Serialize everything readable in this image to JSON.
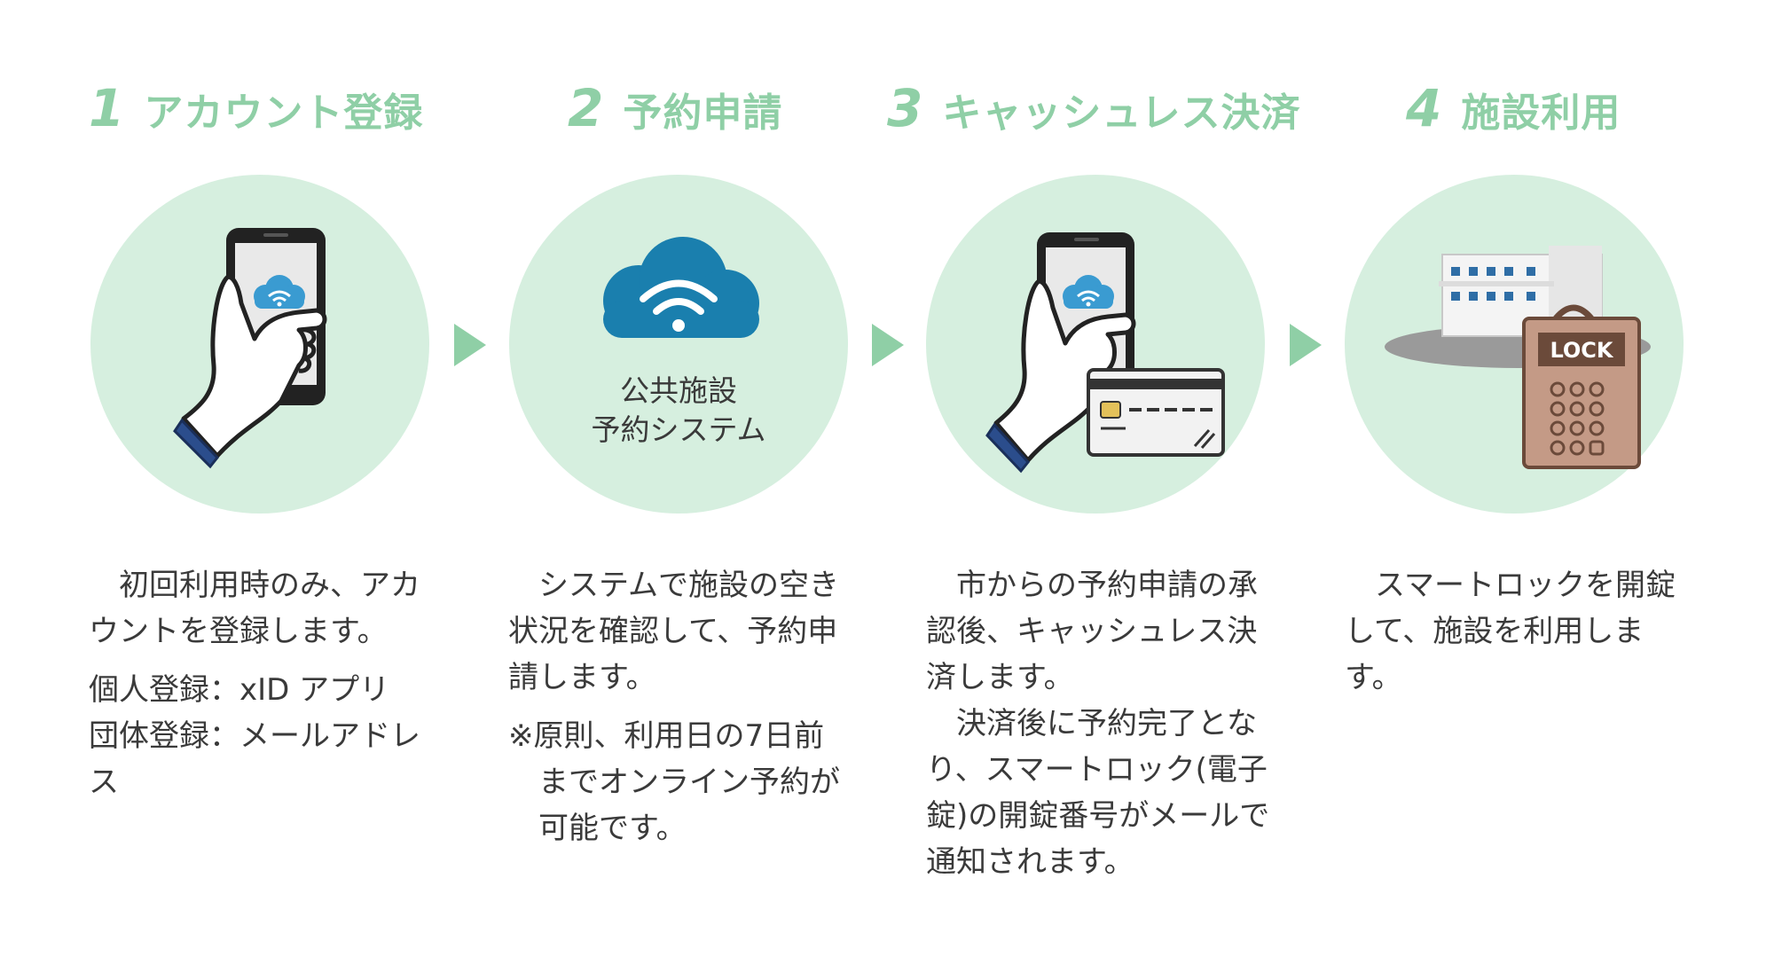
{
  "steps": [
    {
      "number": "1",
      "title": "アカウント登録",
      "desc": [
        "初回利用時のみ、アカウントを登録します。"
      ],
      "details": [
        "個人登録：xID アプリ",
        "団体登録：メールアドレス"
      ]
    },
    {
      "number": "2",
      "title": "予約申請",
      "system_label": [
        "公共施設",
        "予約システム"
      ],
      "desc": [
        "システムで施設の空き状況を確認して、予約申請します。"
      ],
      "note": "※原則、利用日の7日前までオンライン予約が可能です。"
    },
    {
      "number": "3",
      "title": "キャッシュレス決済",
      "desc": [
        "市からの予約申請の承認後、キャッシュレス決済します。",
        "決済後に予約完了となり、スマートロック(電子錠)の開錠番号がメールで通知されます。"
      ]
    },
    {
      "number": "4",
      "title": "施設利用",
      "lock_text": "LOCK",
      "desc": [
        "スマートロックを開錠して、施設を利用します。"
      ]
    }
  ],
  "colors": {
    "accent": "#8fcfa6",
    "circle": "#d6efdf",
    "cloud": "#1a7fae",
    "text": "#3a3a3a"
  },
  "icons": [
    "phone-hand-icon",
    "cloud-wifi-icon",
    "credit-card-icon",
    "building-icon",
    "smart-lock-icon",
    "arrow-right-icon"
  ]
}
